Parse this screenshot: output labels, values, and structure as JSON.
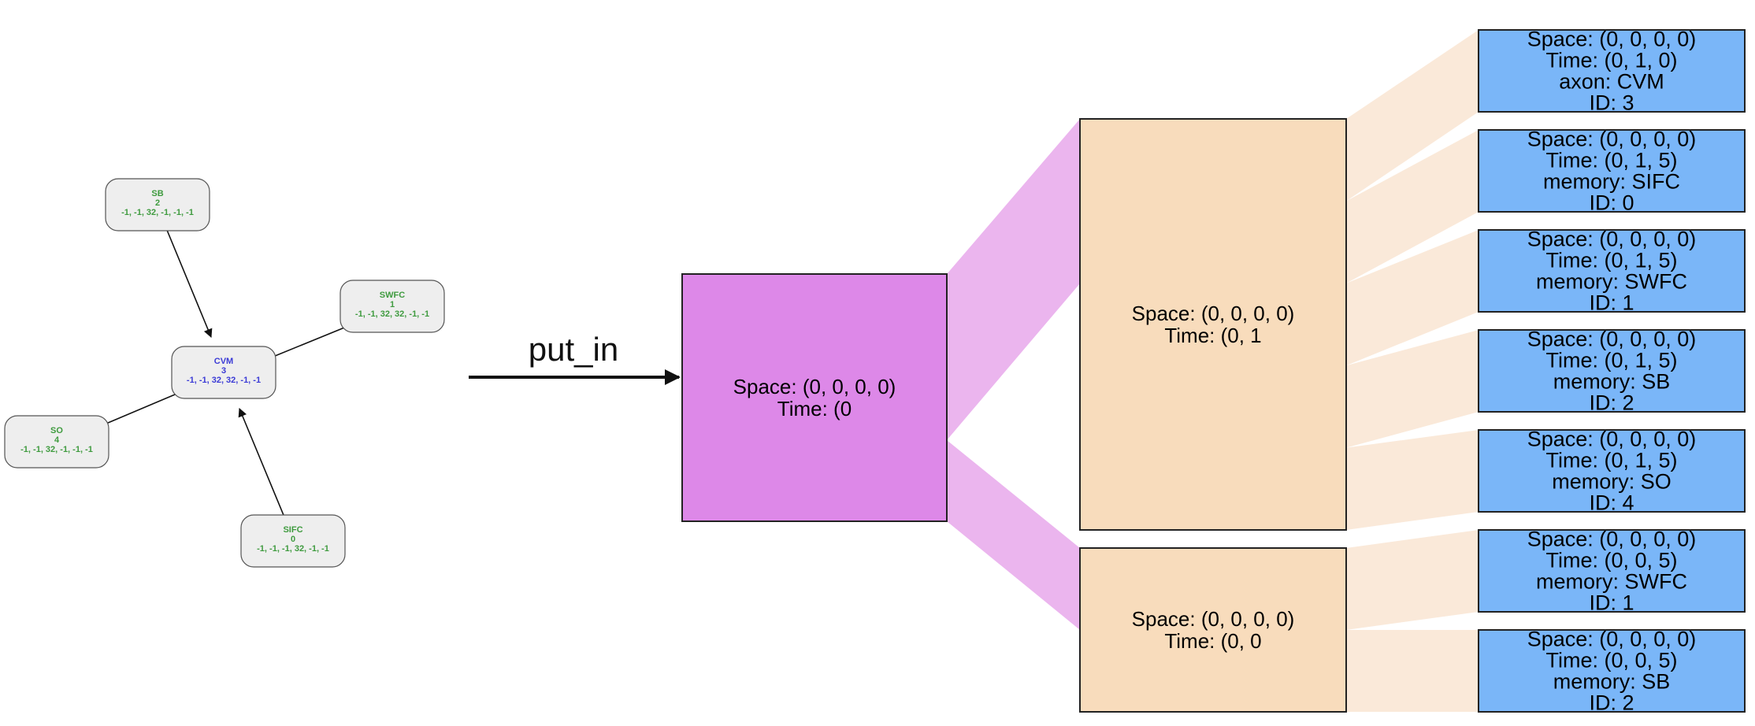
{
  "colors": {
    "node_fill": "#eeeeee",
    "node_stroke": "#555555",
    "node_text": "#3f9b3f",
    "center_node_text": "#3b3bd6",
    "arrow": "#111111",
    "root_box": "#dd88e8",
    "root_fan": "#ebb5ee",
    "mid_box": "#f8dcbc",
    "mid_fan": "#fae9d9",
    "leaf_box": "#7ab6f8",
    "box_stroke": "#222222"
  },
  "graph": {
    "nodes": [
      {
        "id": "sb",
        "name": "SB",
        "index": "2",
        "dims": "-1, -1, 32, -1, -1, -1"
      },
      {
        "id": "swfc",
        "name": "SWFC",
        "index": "1",
        "dims": "-1, -1, 32, 32, -1, -1"
      },
      {
        "id": "cvm",
        "name": "CVM",
        "index": "3",
        "dims": "-1, -1, 32, 32, -1, -1"
      },
      {
        "id": "so",
        "name": "SO",
        "index": "4",
        "dims": "-1, -1, 32, -1, -1, -1"
      },
      {
        "id": "sifc",
        "name": "SIFC",
        "index": "0",
        "dims": "-1, -1, -1, 32, -1, -1"
      }
    ],
    "edges": [
      {
        "from": "sb",
        "to": "cvm"
      },
      {
        "from": "swfc",
        "to": "cvm"
      },
      {
        "from": "cvm",
        "to": "so"
      },
      {
        "from": "sifc",
        "to": "cvm"
      }
    ]
  },
  "transform_label": "put_in",
  "root": {
    "line1": "Space: (0, 0, 0, 0)",
    "line2": "Time: (0"
  },
  "middle": [
    {
      "line1": "Space: (0, 0, 0, 0)",
      "line2": "Time: (0, 1"
    },
    {
      "line1": "Space: (0, 0, 0, 0)",
      "line2": "Time: (0, 0"
    }
  ],
  "leaves": [
    {
      "parent": 0,
      "lines": [
        "Space: (0, 0, 0, 0)",
        "Time: (0, 1, 0)",
        "axon: CVM",
        "ID: 3"
      ]
    },
    {
      "parent": 0,
      "lines": [
        "Space: (0, 0, 0, 0)",
        "Time: (0, 1, 5)",
        "memory: SIFC",
        "ID: 0"
      ]
    },
    {
      "parent": 0,
      "lines": [
        "Space: (0, 0, 0, 0)",
        "Time: (0, 1, 5)",
        "memory: SWFC",
        "ID: 1"
      ]
    },
    {
      "parent": 0,
      "lines": [
        "Space: (0, 0, 0, 0)",
        "Time: (0, 1, 5)",
        "memory: SB",
        "ID: 2"
      ]
    },
    {
      "parent": 0,
      "lines": [
        "Space: (0, 0, 0, 0)",
        "Time: (0, 1, 5)",
        "memory: SO",
        "ID: 4"
      ]
    },
    {
      "parent": 1,
      "lines": [
        "Space: (0, 0, 0, 0)",
        "Time: (0, 0, 5)",
        "memory: SWFC",
        "ID: 1"
      ]
    },
    {
      "parent": 1,
      "lines": [
        "Space: (0, 0, 0, 0)",
        "Time: (0, 0, 5)",
        "memory: SB",
        "ID: 2"
      ]
    }
  ]
}
